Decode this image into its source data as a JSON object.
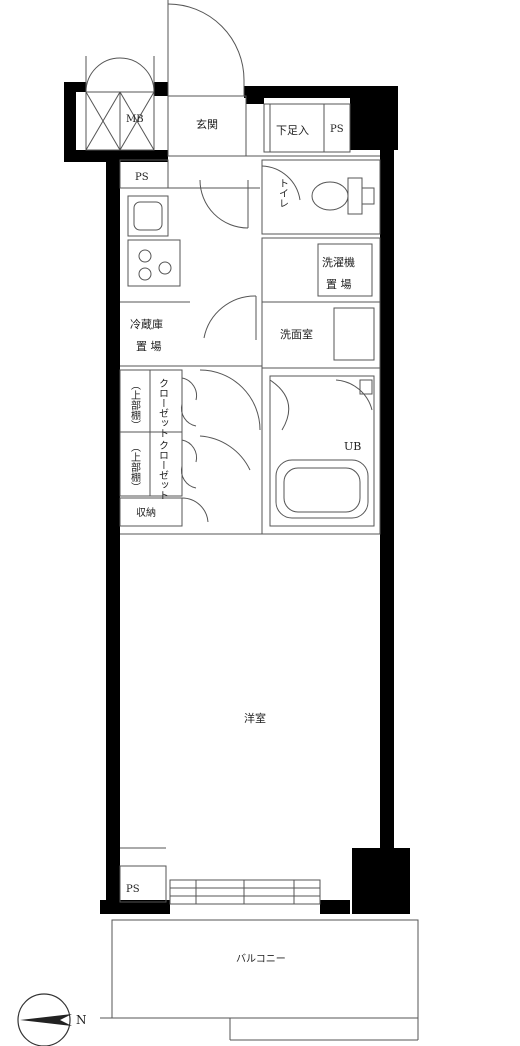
{
  "labels": {
    "mb": "MB",
    "entrance": "玄関",
    "shoe_box": "下足入",
    "ps_top": "PS",
    "ps_left": "PS",
    "toilet": "トイレ",
    "water_heater_1": "洗濯機",
    "water_heater_2": "置 場",
    "fridge_1": "冷蔵庫",
    "fridge_2": "置 場",
    "washroom": "洗面室",
    "closet_a": "クローゼット",
    "closet_b": "クローゼット",
    "upper_a": "（上部棚）",
    "upper_b": "（上部棚）",
    "storage": "収納",
    "ub": "UB",
    "room": "洋室",
    "ps_bottom": "PS",
    "balcony": "バルコニー",
    "north": "N"
  },
  "colors": {
    "wall": "#000000",
    "line": "#555555",
    "fixture": "#888888"
  }
}
